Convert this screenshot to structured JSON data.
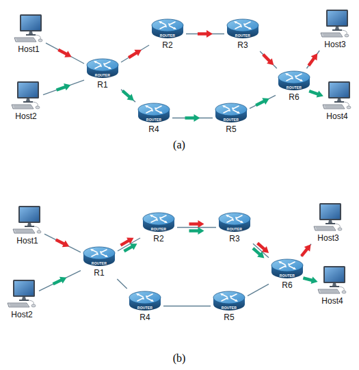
{
  "diagram": {
    "nodes": [
      {
        "text": [
          "Host1"
        ]
      },
      {
        "text": [
          "Host2"
        ]
      },
      {
        "text": [
          "ROUTER",
          "R1"
        ]
      },
      {
        "text": [
          "ROUTER",
          "R2"
        ]
      },
      {
        "text": [
          "ROUTER",
          "R3"
        ]
      },
      {
        "text": [
          "ROUTER",
          "R4"
        ]
      },
      {
        "text": [
          "ROUTER",
          "R5"
        ]
      },
      {
        "text": [
          "ROUTER",
          "R6"
        ]
      },
      {
        "text": [
          "Host3"
        ]
      },
      {
        "text": [
          "Host4"
        ]
      },
      {
        "text": [
          "Host1"
        ]
      },
      {
        "text": [
          "Host2"
        ]
      },
      {
        "text": [
          "ROUTER",
          "R1"
        ]
      },
      {
        "text": [
          "ROUTER",
          "R2"
        ]
      },
      {
        "text": [
          "ROUTER",
          "R3"
        ]
      },
      {
        "text": [
          "ROUTER",
          "R4"
        ]
      },
      {
        "text": [
          "ROUTER",
          "R5"
        ]
      },
      {
        "text": [
          "ROUTER",
          "R6"
        ]
      },
      {
        "text": [
          "Host3"
        ]
      },
      {
        "text": [
          "Host4"
        ]
      }
    ],
    "edges": [
      {
        "from": 0,
        "to": 2,
        "arrow": "none"
      },
      {
        "from": 1,
        "to": 2,
        "arrow": "none"
      },
      {
        "from": 2,
        "to": 3,
        "arrow": "none"
      },
      {
        "from": 3,
        "to": 4,
        "arrow": "none"
      },
      {
        "from": 4,
        "to": 7,
        "arrow": "none"
      },
      {
        "from": 2,
        "to": 5,
        "arrow": "none"
      },
      {
        "from": 5,
        "to": 6,
        "arrow": "none"
      },
      {
        "from": 6,
        "to": 7,
        "arrow": "none"
      },
      {
        "from": 7,
        "to": 8,
        "arrow": "none"
      },
      {
        "from": 7,
        "to": 9,
        "arrow": "none"
      },
      {
        "from": 10,
        "to": 12,
        "arrow": "none"
      },
      {
        "from": 11,
        "to": 12,
        "arrow": "none"
      },
      {
        "from": 12,
        "to": 13,
        "arrow": "none"
      },
      {
        "from": 13,
        "to": 14,
        "arrow": "none"
      },
      {
        "from": 14,
        "to": 17,
        "arrow": "none"
      },
      {
        "from": 12,
        "to": 15,
        "arrow": "none"
      },
      {
        "from": 15,
        "to": 16,
        "arrow": "none"
      },
      {
        "from": 16,
        "to": 17,
        "arrow": "none"
      },
      {
        "from": 17,
        "to": 18,
        "arrow": "none"
      },
      {
        "from": 17,
        "to": 19,
        "arrow": "none"
      }
    ],
    "labels": [
      "(a)",
      "(b)"
    ]
  }
}
